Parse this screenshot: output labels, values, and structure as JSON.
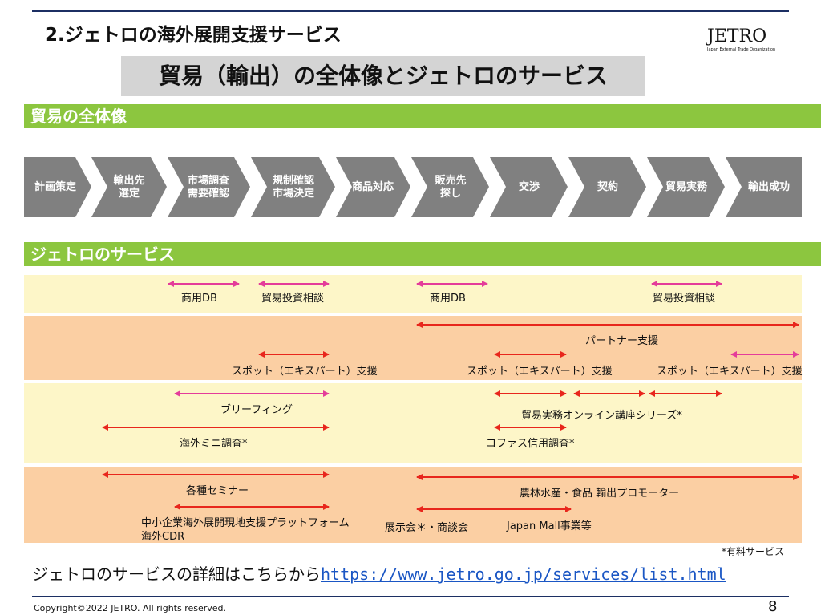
{
  "header": {
    "section_title": "2.ジェトロの海外展開支援サービス",
    "logo_text": "JETRO",
    "logo_subtext": "Japan External Trade Organization",
    "main_title": "貿易（輸出）の全体像とジェトロのサービス"
  },
  "bars": {
    "overview": "貿易の全体像",
    "services": "ジェトロのサービス"
  },
  "steps": [
    {
      "label": "計画策定"
    },
    {
      "label": "輸出先\n選定"
    },
    {
      "label": "市場調査\n需要確認"
    },
    {
      "label": "規制確認\n市場決定"
    },
    {
      "label": "商品対応"
    },
    {
      "label": "販売先\n探し"
    },
    {
      "label": "交渉"
    },
    {
      "label": "契約"
    },
    {
      "label": "貿易実務"
    },
    {
      "label": "輸出成功"
    }
  ],
  "services": {
    "row1": [
      "商用DB",
      "貿易投資相談",
      "商用DB",
      "貿易投資相談"
    ],
    "row2": [
      "パートナー支援",
      "スポット（エキスパート）支援",
      "スポット（エキスパート）支援",
      "スポット（エキスパート）支援"
    ],
    "row3": [
      "ブリーフィング",
      "貿易実務オンライン講座シリーズ*",
      "海外ミニ調査*",
      "コファス信用調査*"
    ],
    "row4": [
      "各種セミナー",
      "農林水産・食品 輸出プロモーター",
      "中小企業海外展開現地支援プラットフォーム",
      "海外CDR",
      "展示会＊・商談会",
      "Japan Mall事業等"
    ]
  },
  "notes": {
    "paid": "*有料サービス",
    "detail_text": "ジェトロのサービスの詳細はこちらから",
    "detail_link": "https://www.jetro.go.jp/services/list.html"
  },
  "footer": {
    "copyright": "Copyright©2022 JETRO. All rights reserved.",
    "page": "8"
  },
  "colors": {
    "bar_green": "#8cc63f",
    "step_gray": "#808080",
    "band_yellow": "#fdf6c8",
    "band_orange": "#fbcfa3",
    "arrow_red": "#e8261c",
    "arrow_pink": "#e43c9a",
    "navy_line": "#1c2f63"
  }
}
